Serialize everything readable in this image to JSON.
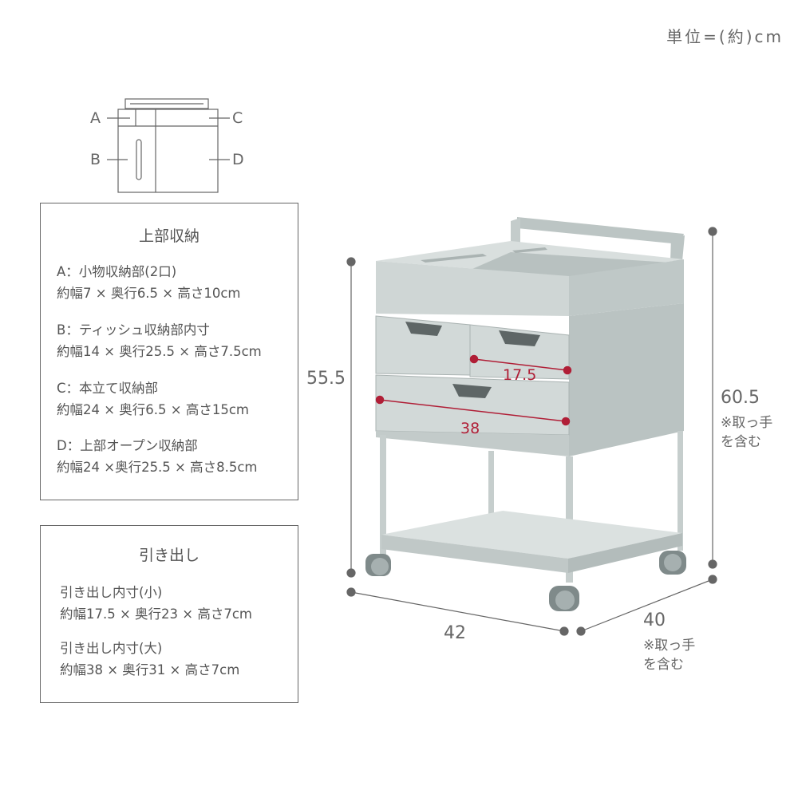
{
  "unit_label": "単位=(約)cm",
  "key_diagram": {
    "labels": {
      "a": "A",
      "b": "B",
      "c": "C",
      "d": "D"
    }
  },
  "upper_storage": {
    "title": "上部収納",
    "items": [
      {
        "name": "A：小物収納部(2口)",
        "size": "約幅7 × 奥行6.5 × 高さ10cm"
      },
      {
        "name": "B：ティッシュ収納部内寸",
        "size": "約幅14 × 奥行25.5 × 高さ7.5cm"
      },
      {
        "name": "C：本立て収納部",
        "size": "約幅24 × 奥行6.5 × 高さ15cm"
      },
      {
        "name": "D：上部オープン収納部",
        "size": "約幅24 ×奥行25.5 × 高さ8.5cm"
      }
    ]
  },
  "drawers": {
    "title": "引き出し",
    "items": [
      {
        "name": "引き出し内寸(小)",
        "size": "約幅17.5 × 奥行23 × 高さ7cm"
      },
      {
        "name": "引き出し内寸(大)",
        "size": "約幅38 × 奥行31 × 高さ7cm"
      }
    ]
  },
  "dimensions": {
    "height_body": "55.5",
    "height_total": "60.5",
    "height_total_note_1": "※取っ手",
    "height_total_note_2": "を含む",
    "width": "42",
    "depth": "40",
    "depth_note_1": "※取っ手",
    "depth_note_2": "を含む",
    "small_drawer_width": "17.5",
    "large_drawer_width": "38"
  },
  "colors": {
    "furniture": "#c9d1d0",
    "furniture_dark": "#a9b3b2",
    "accent": "#b01e36",
    "line": "#666666"
  }
}
